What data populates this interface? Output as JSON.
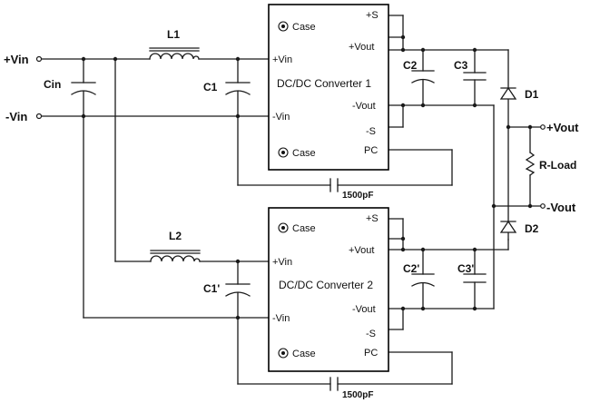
{
  "terminals": {
    "vin_pos": "+Vin",
    "vin_neg": "-Vin",
    "vout_pos": "+Vout",
    "vout_neg": "-Vout"
  },
  "components": {
    "cin": "Cin",
    "l1": "L1",
    "l2": "L2",
    "c1": "C1",
    "c1p": "C1'",
    "c2": "C2",
    "c2p": "C2'",
    "c3": "C3",
    "c3p": "C3'",
    "d1": "D1",
    "d2": "D2",
    "rload": "R-Load",
    "cap_top": "1500pF",
    "cap_bottom": "1500pF"
  },
  "converter1": {
    "title": "DC/DC Converter 1",
    "case_top": "Case",
    "case_bottom": "Case",
    "pins": {
      "plus_s": "+S",
      "plus_vout": "+Vout",
      "minus_vout": "-Vout",
      "minus_s": "-S",
      "pc": "PC",
      "plus_vin": "+Vin",
      "minus_vin": "-Vin"
    }
  },
  "converter2": {
    "title": "DC/DC Converter 2",
    "case_top": "Case",
    "case_bottom": "Case",
    "pins": {
      "plus_s": "+S",
      "plus_vout": "+Vout",
      "minus_vout": "-Vout",
      "minus_s": "-S",
      "pc": "PC",
      "plus_vin": "+Vin",
      "minus_vin": "-Vin"
    }
  }
}
